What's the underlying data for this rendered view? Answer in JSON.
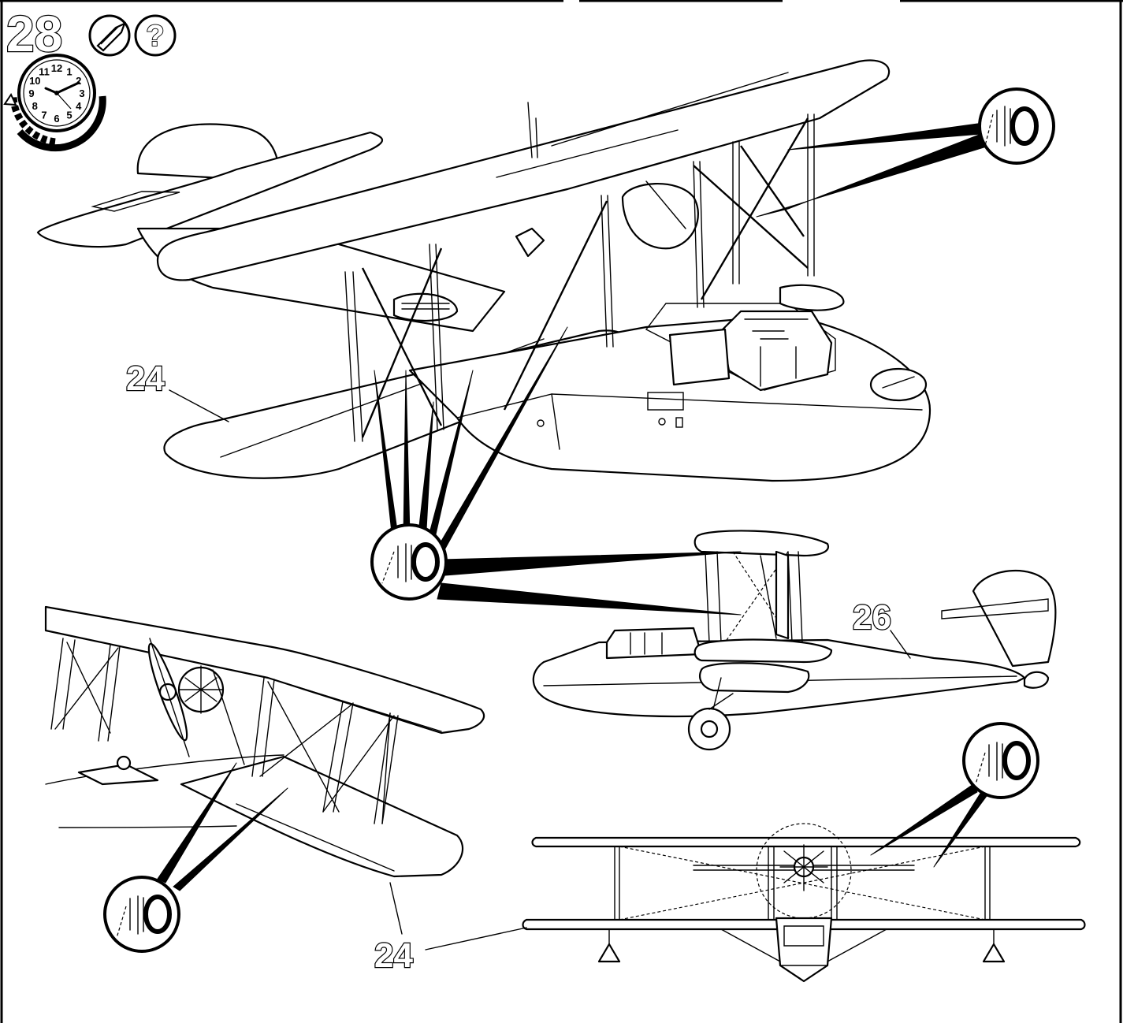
{
  "step": {
    "number": "28"
  },
  "icons": {
    "glue": "glue-tube-icon",
    "question": "?"
  },
  "clock": {
    "numerals": [
      "12",
      "1",
      "2",
      "3",
      "4",
      "5",
      "6",
      "7",
      "8",
      "9",
      "10",
      "11"
    ]
  },
  "parts": {
    "top_left_callout": "24",
    "side_view_callout": "26",
    "bottom_callout": "24"
  }
}
